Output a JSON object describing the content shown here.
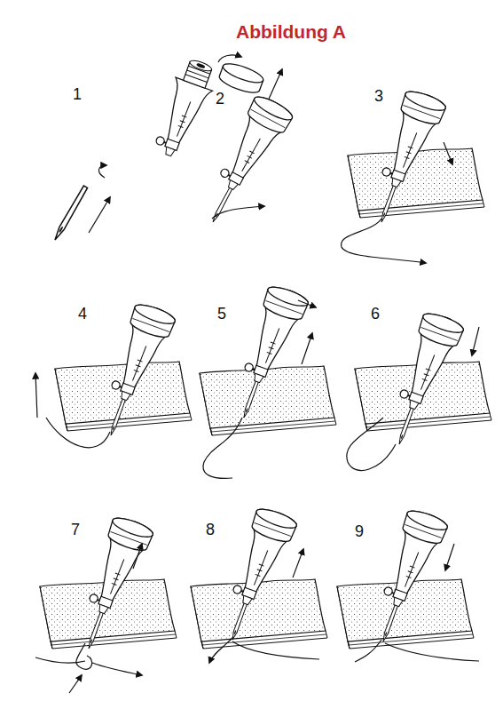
{
  "diagram": {
    "title": "Abbildung A",
    "labels": [
      "1",
      "2",
      "3",
      "4",
      "5",
      "6",
      "7",
      "8",
      "9"
    ]
  }
}
